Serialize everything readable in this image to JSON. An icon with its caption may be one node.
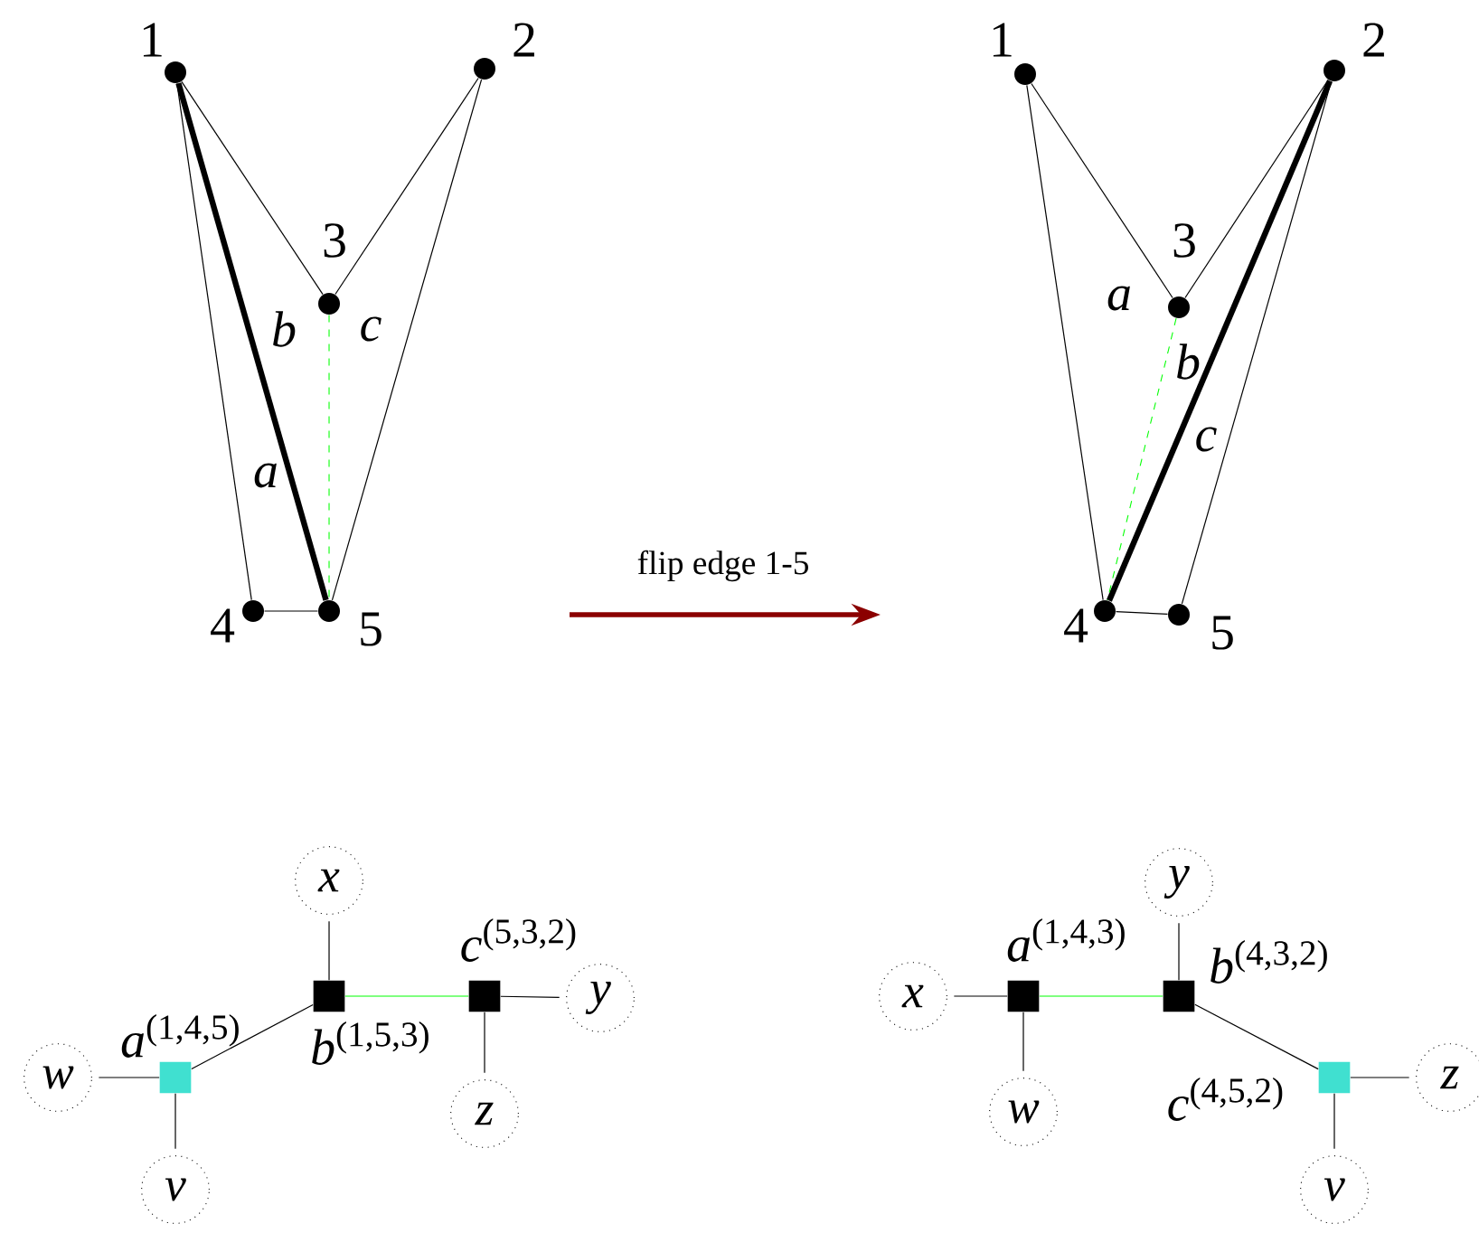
{
  "diagram": {
    "nodes": [
      {
        "text": [],
        "shape": "circle",
        "beside": [
          "1"
        ]
      },
      {
        "text": [],
        "shape": "circle",
        "beside": [
          "2"
        ]
      },
      {
        "text": [],
        "shape": "circle",
        "beside": [
          "3"
        ]
      },
      {
        "text": [],
        "shape": "circle",
        "beside": [
          "4"
        ]
      },
      {
        "text": [],
        "shape": "circle",
        "beside": [
          "5"
        ]
      },
      {
        "text": [],
        "shape": "circle",
        "beside": [
          "1"
        ]
      },
      {
        "text": [],
        "shape": "circle",
        "beside": [
          "2"
        ]
      },
      {
        "text": [],
        "shape": "circle",
        "beside": [
          "3"
        ]
      },
      {
        "text": [],
        "shape": "circle",
        "beside": [
          "4"
        ]
      },
      {
        "text": [],
        "shape": "circle",
        "beside": [
          "5"
        ]
      },
      {
        "text": [
          "x"
        ]
      },
      {
        "text": [],
        "shape": "box",
        "beside": [
          "*b*$^{(1,5,3)}$"
        ]
      },
      {
        "text": [],
        "shape": "box",
        "beside": [
          "*c*$^{(5,3,2)}$"
        ]
      },
      {
        "text": [
          "y"
        ]
      },
      {
        "text": [],
        "shape": "box",
        "beside": [
          "*a*$^{(1,4,5)}$"
        ]
      },
      {
        "text": [
          "w"
        ]
      },
      {
        "text": [
          "z"
        ]
      },
      {
        "text": [
          "v"
        ]
      },
      {
        "text": [
          "y"
        ]
      },
      {
        "text": [
          "x"
        ]
      },
      {
        "text": [],
        "shape": "box",
        "beside": [
          "*a*$^{(1,4,3)}$"
        ]
      },
      {
        "text": [],
        "shape": "box",
        "beside": [
          "*b*$^{(4,3,2)}$"
        ]
      },
      {
        "text": [
          "w"
        ]
      },
      {
        "text": [],
        "shape": "box",
        "beside": [
          "*c*$^{(4,5,2)}$"
        ]
      },
      {
        "text": [
          "z"
        ]
      },
      {
        "text": [
          "v"
        ]
      }
    ],
    "edges": [
      {
        "from": 0,
        "to": 2,
        "arrow": "none"
      },
      {
        "from": 2,
        "to": 1,
        "arrow": "none"
      },
      {
        "from": 0,
        "to": 3,
        "arrow": "none"
      },
      {
        "from": 0,
        "to": 4,
        "arrow": "none",
        "style": "thick"
      },
      {
        "from": 1,
        "to": 4,
        "arrow": "none"
      },
      {
        "from": 3,
        "to": 4,
        "arrow": "none"
      },
      {
        "from": 2,
        "to": 4,
        "arrow": "none",
        "style": "dashed",
        "color": "#00ff00"
      },
      {
        "from": 5,
        "to": 7,
        "arrow": "none"
      },
      {
        "from": 7,
        "to": 6,
        "arrow": "none"
      },
      {
        "from": 5,
        "to": 8,
        "arrow": "none"
      },
      {
        "from": 6,
        "to": 8,
        "arrow": "none",
        "style": "thick"
      },
      {
        "from": 6,
        "to": 9,
        "arrow": "none"
      },
      {
        "from": 8,
        "to": 9,
        "arrow": "none"
      },
      {
        "from": 7,
        "to": 8,
        "arrow": "none",
        "style": "dashed",
        "color": "#00ff00"
      },
      {
        "from": 10,
        "to": 11,
        "arrow": "none"
      },
      {
        "from": 11,
        "to": 12,
        "arrow": "none",
        "color": "#00ff00"
      },
      {
        "from": 12,
        "to": 13,
        "arrow": "none"
      },
      {
        "from": 14,
        "to": 11,
        "arrow": "none"
      },
      {
        "from": 15,
        "to": 14,
        "arrow": "none"
      },
      {
        "from": 12,
        "to": 16,
        "arrow": "none"
      },
      {
        "from": 14,
        "to": 17,
        "arrow": "none"
      },
      {
        "from": 18,
        "to": 21,
        "arrow": "none"
      },
      {
        "from": 19,
        "to": 20,
        "arrow": "none"
      },
      {
        "from": 20,
        "to": 21,
        "arrow": "none",
        "color": "#00ff00"
      },
      {
        "from": 20,
        "to": 22,
        "arrow": "none"
      },
      {
        "from": 21,
        "to": 23,
        "arrow": "none"
      },
      {
        "from": 23,
        "to": 24,
        "arrow": "none"
      },
      {
        "from": 23,
        "to": 25,
        "arrow": "none"
      }
    ],
    "labels": [
      "b",
      "c",
      "a",
      "a",
      "b",
      "c",
      "flip edge 1-5"
    ]
  }
}
